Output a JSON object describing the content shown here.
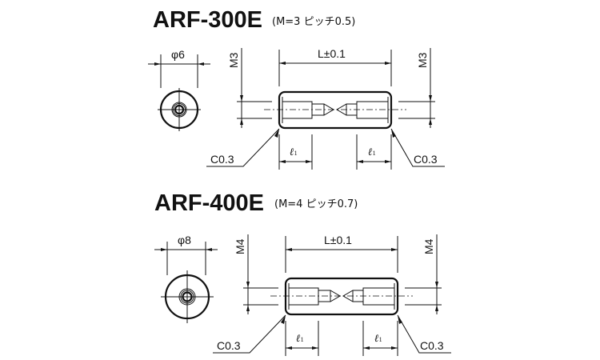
{
  "parts": [
    {
      "model": "ARF-300E",
      "spec": "(M=3 ピッチ0.5)",
      "diameter_label": "φ6",
      "thread_label": "M3",
      "length_label": "L±0.1",
      "thread_depth_label": "ℓ",
      "thread_depth_sub": "1",
      "chamfer_label": "C0.3"
    },
    {
      "model": "ARF-400E",
      "spec": "(M=4 ピッチ0.7)",
      "diameter_label": "φ8",
      "thread_label": "M4",
      "length_label": "L±0.1",
      "thread_depth_label": "ℓ",
      "thread_depth_sub": "1",
      "chamfer_label": "C0.3"
    }
  ]
}
